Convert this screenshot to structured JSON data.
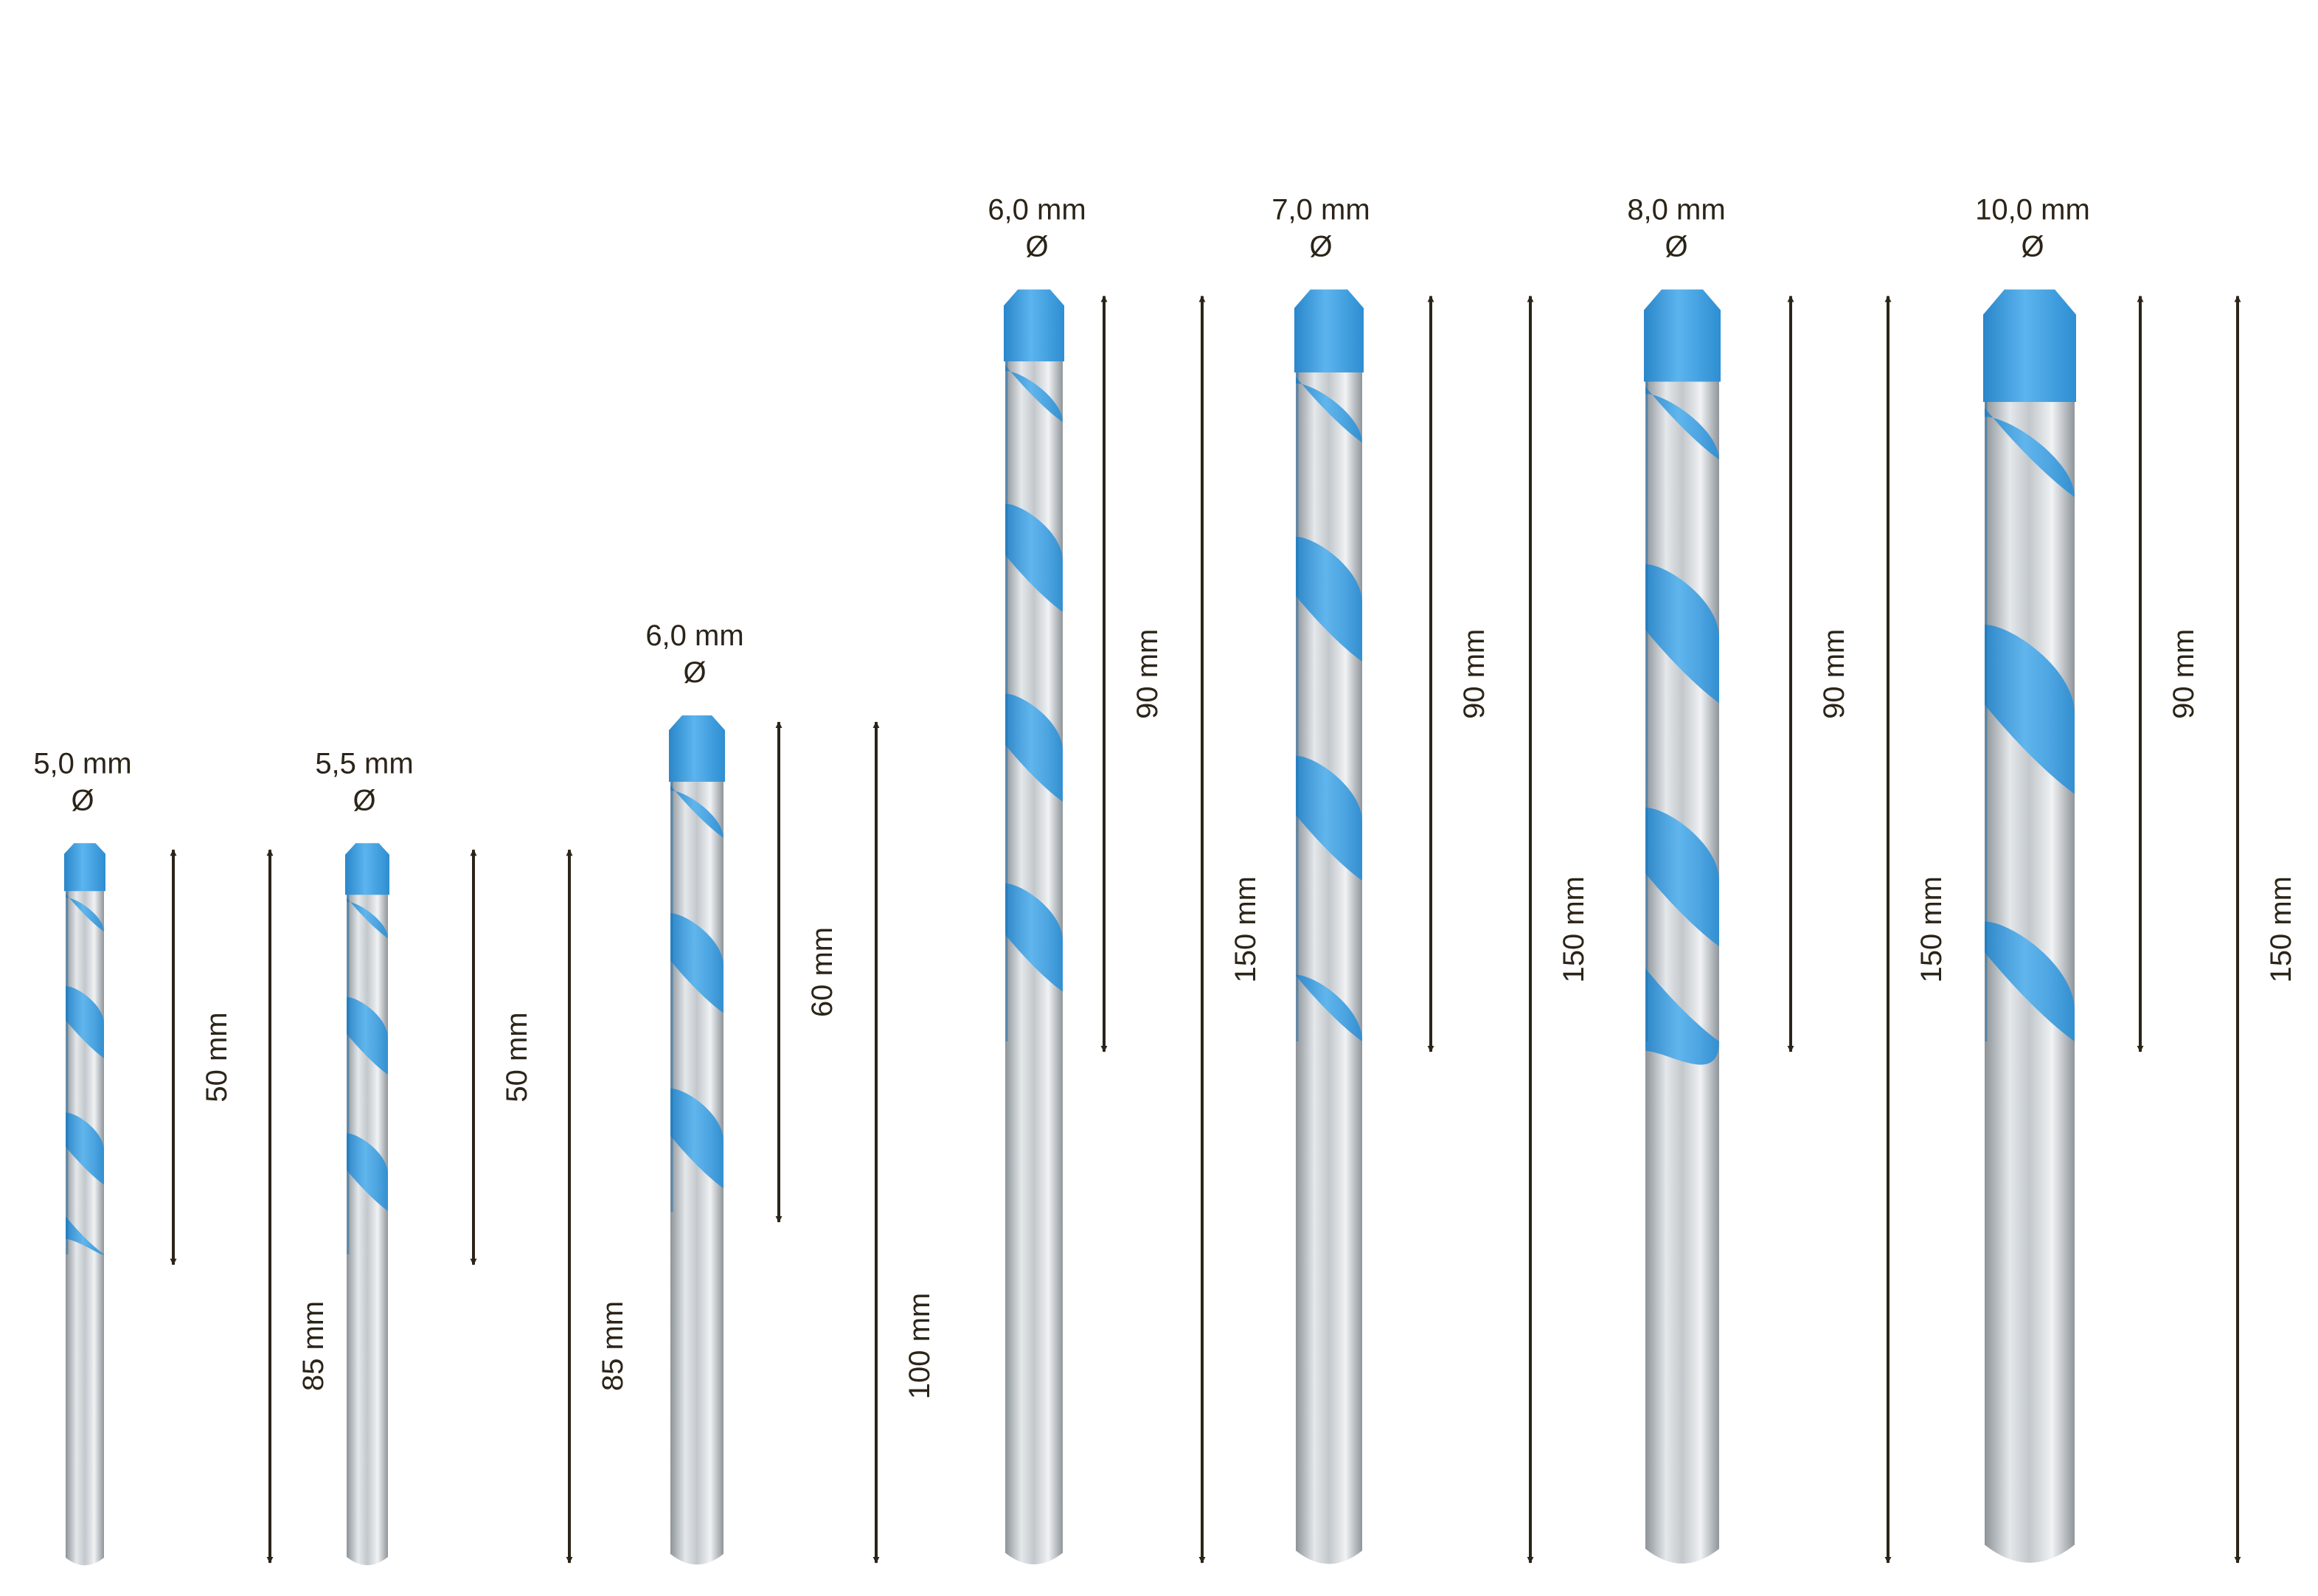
{
  "colors": {
    "background": "#ffffff",
    "steel_light": "#dfe3e6",
    "steel_mid": "#b7bcc0",
    "steel_dark": "#8d9398",
    "flute_blue": "#3d9ee0",
    "flute_blue_light": "#7cc2f0",
    "flute_blue_dark": "#1f74b3",
    "arrow": "#2b2418",
    "text": "#2b2418"
  },
  "diameter_symbol": "Ø",
  "drills": [
    {
      "id": "drill-5-0",
      "diameter_label": "5,0 mm",
      "working_length_label": "50 mm",
      "total_length_label": "85 mm",
      "working_length_mm": 50,
      "total_length_mm": 85
    },
    {
      "id": "drill-5-5",
      "diameter_label": "5,5 mm",
      "working_length_label": "50 mm",
      "total_length_label": "85 mm",
      "working_length_mm": 50,
      "total_length_mm": 85
    },
    {
      "id": "drill-6-0-short",
      "diameter_label": "6,0 mm",
      "working_length_label": "60 mm",
      "total_length_label": "100 mm",
      "working_length_mm": 60,
      "total_length_mm": 100
    },
    {
      "id": "drill-6-0-long",
      "diameter_label": "6,0 mm",
      "working_length_label": "90 mm",
      "total_length_label": "150 mm",
      "working_length_mm": 90,
      "total_length_mm": 150
    },
    {
      "id": "drill-7-0",
      "diameter_label": "7,0 mm",
      "working_length_label": "90 mm",
      "total_length_label": "150 mm",
      "working_length_mm": 90,
      "total_length_mm": 150
    },
    {
      "id": "drill-8-0",
      "diameter_label": "8,0 mm",
      "working_length_label": "90 mm",
      "total_length_label": "150 mm",
      "working_length_mm": 90,
      "total_length_mm": 150
    },
    {
      "id": "drill-10-0",
      "diameter_label": "10,0 mm",
      "working_length_label": "90 mm",
      "total_length_label": "150 mm",
      "working_length_mm": 90,
      "total_length_mm": 150
    }
  ]
}
